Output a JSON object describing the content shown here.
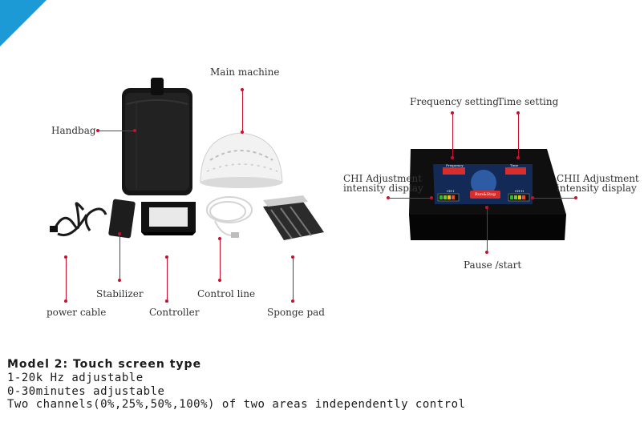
{
  "labels": {
    "main_machine": "Main machine",
    "handbag": "Handbag",
    "stabilizer": "Stabilizer",
    "power_cable": "power cable",
    "controller": "Controller",
    "control_line": "Control line",
    "sponge_pad": "Sponge pad",
    "frequency_setting": "Frequency setting",
    "time_setting": "Time setting",
    "chi_line1": "CHI Adjustment",
    "chi_line2": "intensity display",
    "chii_line1": "CHII Adjustment",
    "chii_line2": "intensity display",
    "pause_start": "Pause /start"
  },
  "screen": {
    "frequency": "Frequency",
    "time": "Time",
    "ch1": "CH-I",
    "ch2": "CH-II",
    "run_stop": "Run&Stop"
  },
  "specs": {
    "title": "Model 2: Touch screen type",
    "line1": "1-20k Hz adjustable",
    "line2": "0-30minutes adjustable",
    "line3": "Two channels(0%,25%,50%,100%) of two areas independently control"
  },
  "colors": {
    "accent_blue": "#1b9ad6",
    "pointer_red": "#c8102e"
  }
}
